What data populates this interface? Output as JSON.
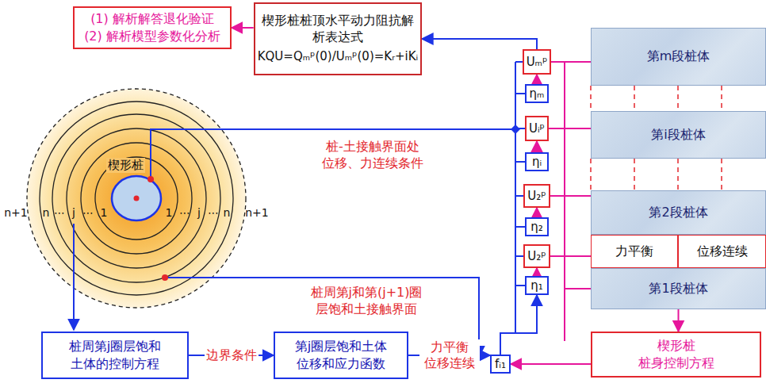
{
  "diagram": {
    "nodes": [
      {
        "text": [
          "(1) 解析解答退化验证",
          "(2) 解析模型参数化分析"
        ]
      },
      {
        "text": [
          "楔形桩桩顶水平动力阻抗解析表达式",
          "KQU=Qₘᵖ(0)/Uₘᵖ(0)=Kᵣ+iKᵢ"
        ]
      },
      {
        "text": [
          "Uₘᵖ"
        ]
      },
      {
        "text": [
          "ηₘ"
        ]
      },
      {
        "text": [
          "Uᵢᵖ"
        ]
      },
      {
        "text": [
          "ηᵢ"
        ]
      },
      {
        "text": [
          "U₂ᵖ"
        ]
      },
      {
        "text": [
          "η₂"
        ]
      },
      {
        "text": [
          "U₂ᵖ"
        ]
      },
      {
        "text": [
          "η₁"
        ]
      },
      {
        "text": [
          "第m段桩体"
        ]
      },
      {
        "text": [
          "第i段桩体"
        ]
      },
      {
        "text": [
          "第2段桩体"
        ]
      },
      {
        "text": [
          "力平衡"
        ]
      },
      {
        "text": [
          "位移连续"
        ]
      },
      {
        "text": [
          "第1段桩体"
        ]
      },
      {
        "text": [
          "楔形桩 桩身控制方程"
        ]
      },
      {
        "text": [
          "桩周第j圈层饱和 土体的控制方程"
        ]
      },
      {
        "text": [
          "第j圈层饱和土体 位移和应力函数"
        ]
      },
      {
        "text": [
          "fᵢ₁"
        ]
      }
    ],
    "edges": [
      {
        "from": 1,
        "to": 0,
        "arrow": "to"
      },
      {
        "from": 2,
        "to": 1,
        "arrow": "to"
      },
      {
        "from": 3,
        "to": 2,
        "arrow": "to"
      },
      {
        "from": 5,
        "to": 4,
        "arrow": "to"
      },
      {
        "from": 7,
        "to": 6,
        "arrow": "to"
      },
      {
        "from": 9,
        "to": 8,
        "arrow": "to"
      },
      {
        "from": 19,
        "to": 9,
        "arrow": "to"
      },
      {
        "from": 15,
        "to": 16,
        "arrow": "to"
      },
      {
        "from": 17,
        "to": 18,
        "label": "边界条件",
        "arrow": "to"
      },
      {
        "from": 18,
        "to": 19,
        "label": "力平衡 位移连续",
        "arrow": "to"
      },
      {
        "from": 16,
        "to": 19,
        "arrow": "to"
      }
    ],
    "labels": [
      "楔形桩",
      "n+1",
      "n",
      "⋯",
      "j",
      "⋯",
      "1",
      "1",
      "⋯",
      "j",
      "⋯",
      "n",
      "n+1",
      "桩-土接触界面处 位移、力连续条件",
      "桩周第j和第(j+1)圈 层饱和土接触界面"
    ]
  }
}
